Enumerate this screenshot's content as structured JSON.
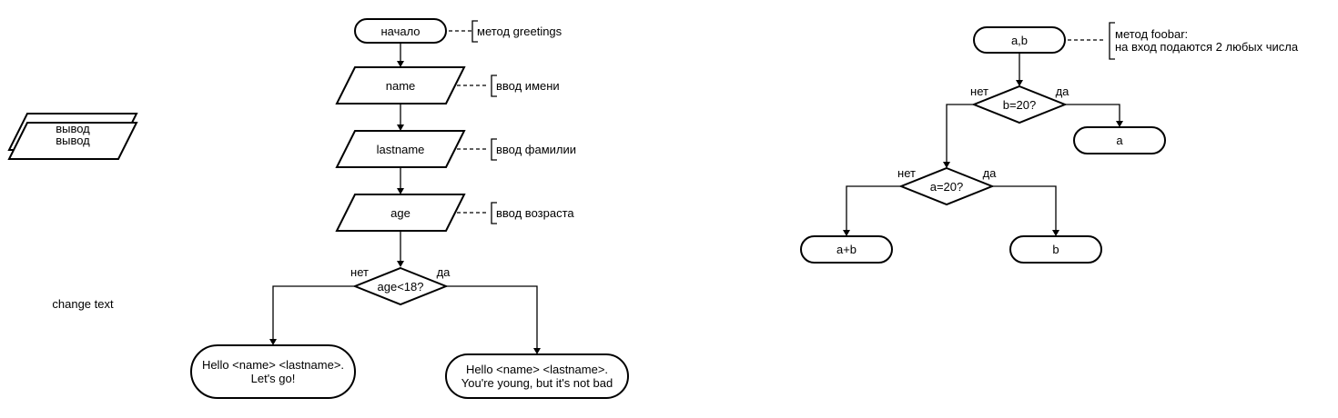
{
  "left_panel": {
    "legend_shape_label": "вывод",
    "legend_shape_label_2": "вывод",
    "change_text": "change text"
  },
  "greetings": {
    "start": "начало",
    "start_note": "метод greetings",
    "input_name": "name",
    "input_name_note": "ввод имени",
    "input_lastname": "lastname",
    "input_lastname_note": "ввод фамилии",
    "input_age": "age",
    "input_age_note": "ввод возраста",
    "decision": "age<18?",
    "no_label": "нет",
    "yes_label": "да",
    "out_no_line1": "Hello <name> <lastname>.",
    "out_no_line2": "Let's go!",
    "out_yes_line1": "Hello <name> <lastname>.",
    "out_yes_line2": "You're young, but it's not bad"
  },
  "foobar": {
    "start": "a,b",
    "note_line1": "метод foobar:",
    "note_line2": "на вход подаются 2 любых числа",
    "decision1": "b=20?",
    "decision1_no": "нет",
    "decision1_yes": "да",
    "out_a": "a",
    "decision2": "a=20?",
    "decision2_no": "нет",
    "decision2_yes": "да",
    "out_a_plus_b": "a+b",
    "out_b": "b"
  }
}
